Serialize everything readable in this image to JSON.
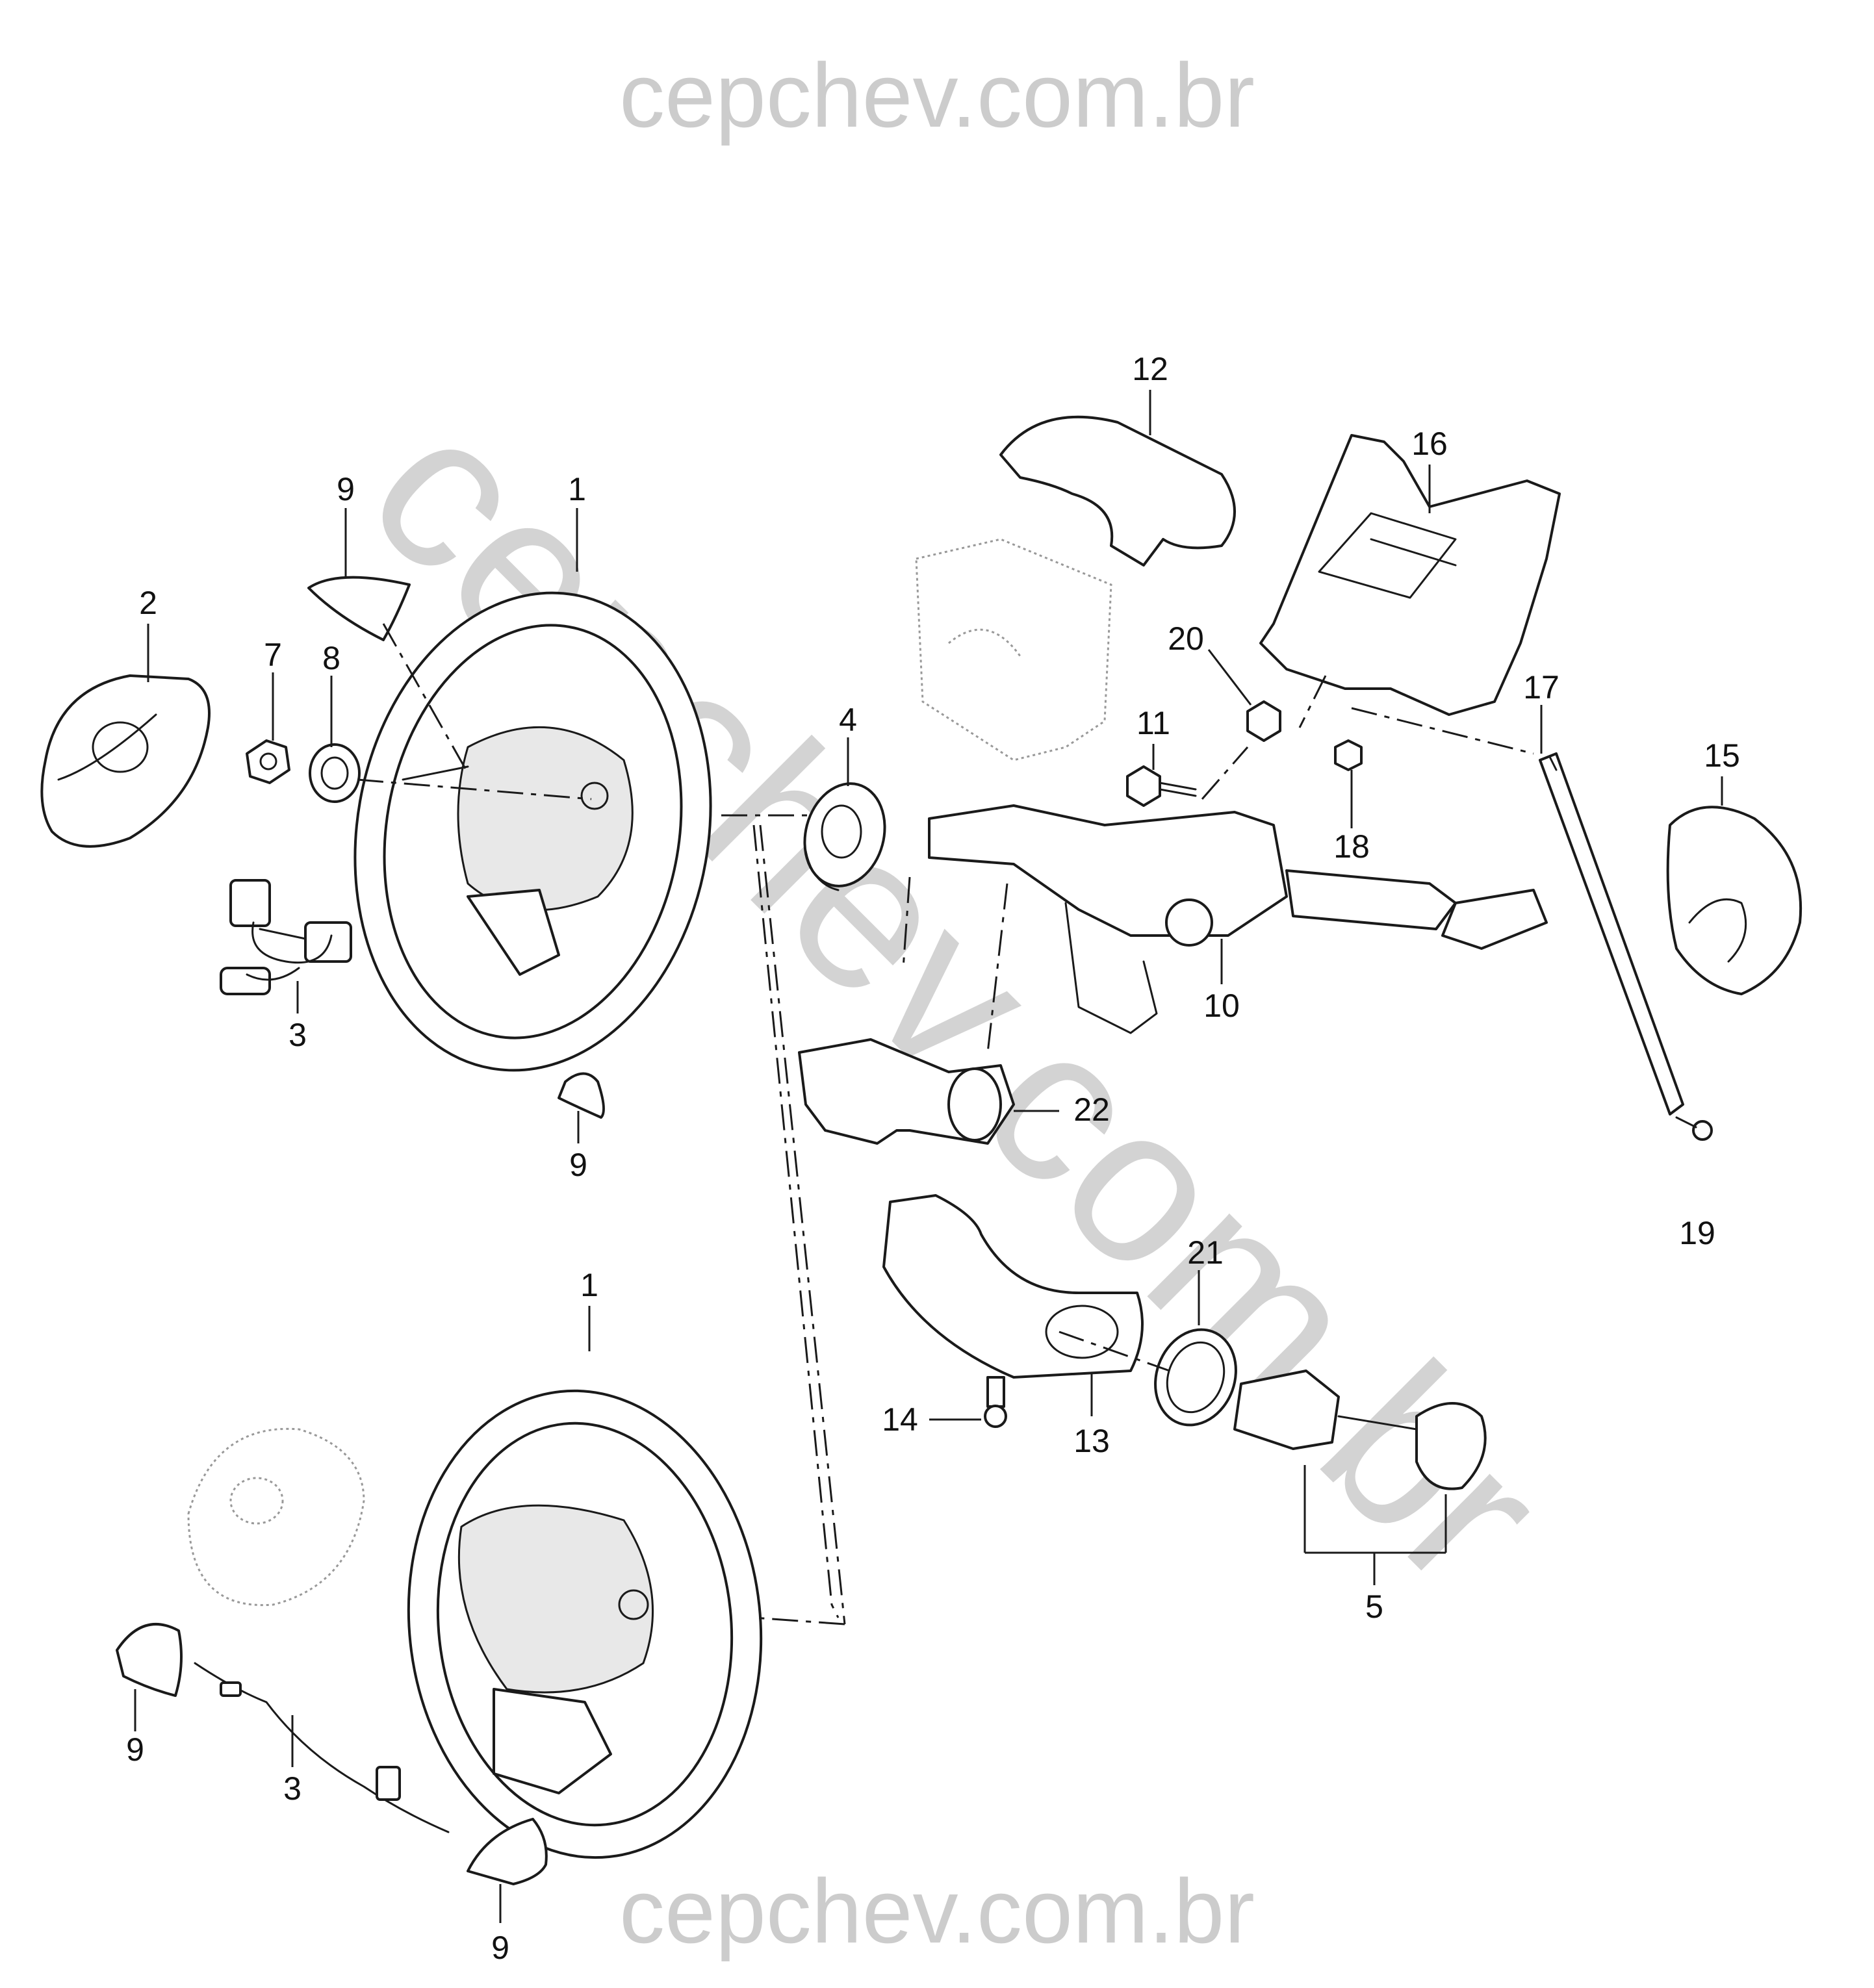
{
  "watermark": {
    "top": "cepchev.com.br",
    "bottom": "cepchev.com.br",
    "diagonal": "cepchev.com.br"
  },
  "callouts": {
    "c1_upper": "1",
    "c1_lower": "1",
    "c2": "2",
    "c3_upper": "3",
    "c3_lower": "3",
    "c4": "4",
    "c5": "5",
    "c7": "7",
    "c8": "8",
    "c9_a": "9",
    "c9_b": "9",
    "c9_c": "9",
    "c9_d": "9",
    "c10": "10",
    "c11": "11",
    "c12": "12",
    "c13": "13",
    "c14": "14",
    "c15": "15",
    "c16": "16",
    "c17": "17",
    "c18": "18",
    "c19": "19",
    "c20": "20",
    "c21": "21",
    "c22": "22"
  }
}
